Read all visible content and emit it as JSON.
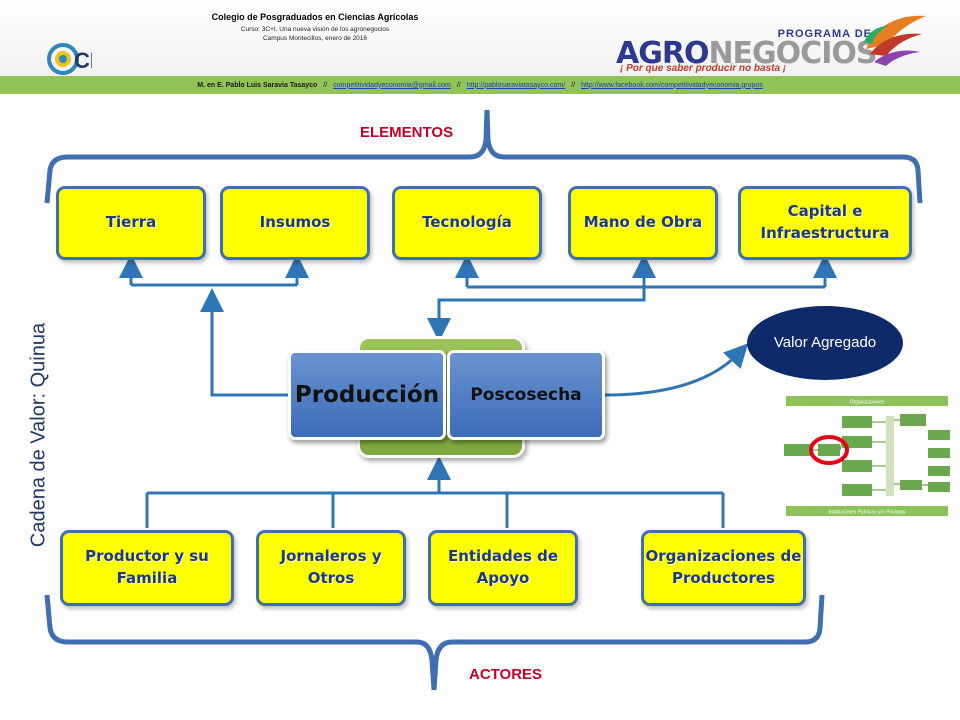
{
  "header": {
    "title": "Colegio de Posgraduados en Ciencias Agrícolas",
    "line1": "Curso: 3C+I. Una nueva visión de los agronegocios",
    "line2": "Campus Montecillos, enero de 2016",
    "logo_left": "CP",
    "logo_right_top": "PROGRAMA DE",
    "logo_right_main_a": "AGRO",
    "logo_right_main_b": "NEGOCIOS",
    "logo_right_slogan": "¡ Por que saber producir no basta ¡"
  },
  "contact_bar": {
    "author": "M. en E. Pablo Luis Saravia Tasayco",
    "sep": "//",
    "email": "competitividadyeconomia@gmail.com",
    "site": "http://pablosaraviatasayco.com/",
    "facebook": "http://www.facebook.com/competitividadyeconomia.grupos"
  },
  "side_label": "Cadena de Valor: Quinua",
  "elementos_label": "ELEMENTOS",
  "actores_label": "ACTORES",
  "elementos": [
    "Tierra",
    "Insumos",
    "Tecnología",
    "Mano de Obra",
    "Capital e Infraestructura"
  ],
  "center": {
    "produccion": "Producción",
    "poscosecha": "Poscosecha"
  },
  "valor_agregado": "Valor Agregado",
  "actores": [
    "Productor y su Familia",
    "Jornaleros y Otros",
    "Entidades de Apoyo",
    "Organizaciones de Productores"
  ],
  "thumbnail": {
    "top": "Organizaciones",
    "bottom": "Instituciones Públicas y/o Privadas"
  },
  "colors": {
    "box_fill": "#ffff00",
    "box_border": "#3f6fb0",
    "arrow": "#2e75b6",
    "label_red": "#c0002a",
    "ellipse": "#0f2a6b",
    "green_bar": "#92c356"
  }
}
